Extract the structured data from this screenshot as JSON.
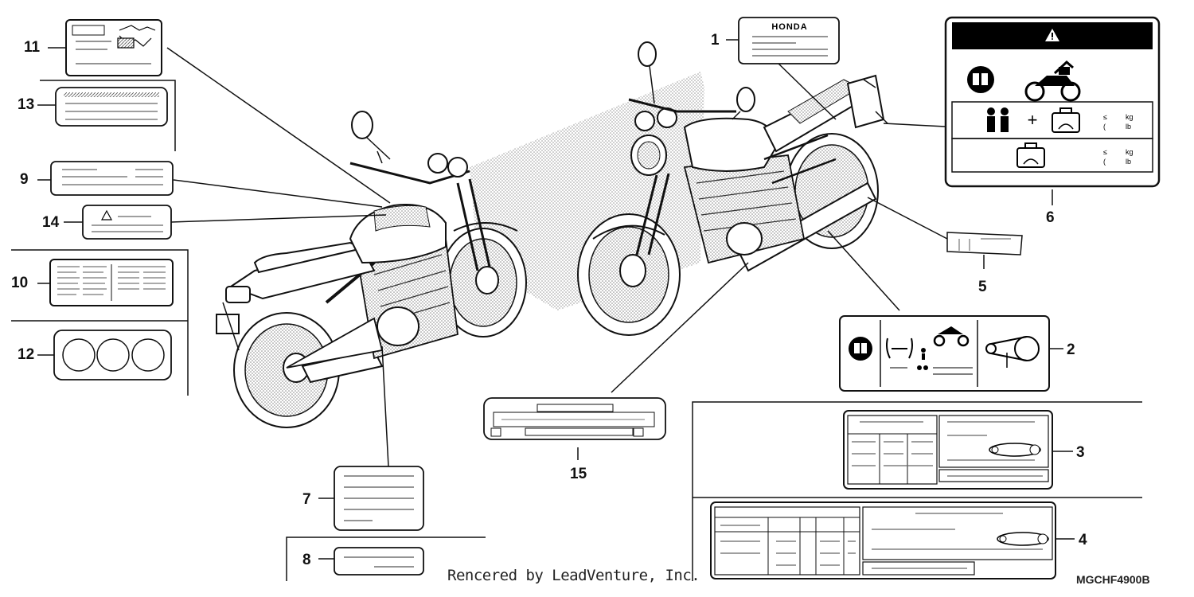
{
  "callouts": [
    "1",
    "2",
    "3",
    "4",
    "5",
    "6",
    "7",
    "8",
    "9",
    "10",
    "11",
    "12",
    "13",
    "14",
    "15"
  ],
  "labels": {
    "brand_text": "HONDA",
    "unit_kg": "kg",
    "unit_lb": "lb"
  },
  "footer_text": "Rencered by LeadVenture, Inc.",
  "diagram_code": "MGCHF4900B"
}
